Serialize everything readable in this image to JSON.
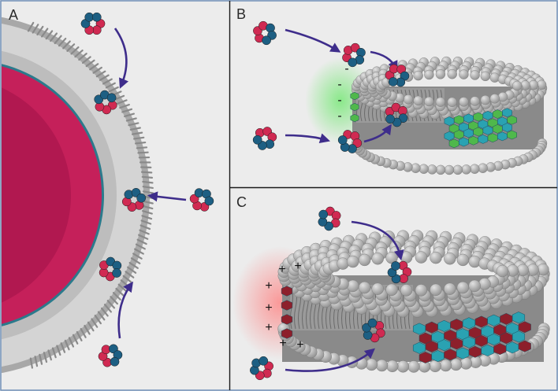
{
  "panels": {
    "a": {
      "label": "A"
    },
    "b": {
      "label": "B"
    },
    "c": {
      "label": "C"
    }
  },
  "charges": {
    "negative": "-",
    "positive": "+"
  },
  "colors": {
    "panel_bg": "#ececec",
    "border": "#6f8fb6",
    "divider": "#1a1a1a",
    "peptide_red": "#d02a52",
    "peptide_blue": "#1d5f83",
    "arrow": "#3e2d8b",
    "cell_core": "#c5205a",
    "cell_core_dark": "#a01348",
    "lipid_gray": "#a8a8a8",
    "lipid_light": "#d4d4d4",
    "disk_gray": "#9d9d9d",
    "hex_green": "#4fb84b",
    "hex_teal": "#2aa2b2",
    "hex_darkred": "#8d1f2b",
    "glow_green": "#78e878",
    "glow_red": "#ff7c7c"
  }
}
